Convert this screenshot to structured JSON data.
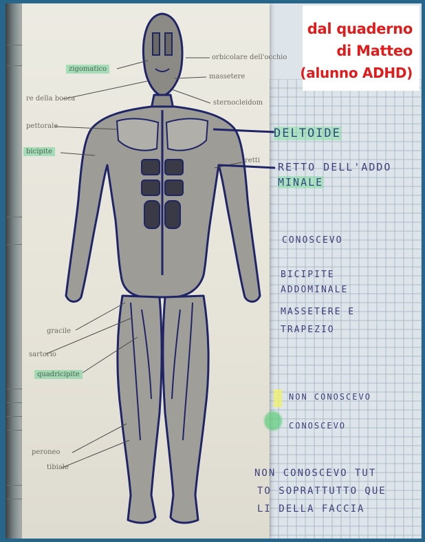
{
  "title": {
    "line1": "dal quaderno",
    "line2": "di Matteo",
    "line3": "(alunno ADHD)"
  },
  "printed_labels": {
    "orbicolare_occhio": "orbicolare dell'occhio",
    "zigomatico": "zigomatico",
    "massetere": "massetere",
    "bocca": "re della bocca",
    "sternocleidomastoideo": "sternocleidom",
    "pettorale": "pettorale",
    "bicipite": "bicipite",
    "retto": "retti",
    "gracile": "gracile",
    "sartorio": "sartorio",
    "quadricipite": "quadricipite",
    "peroneo": "peroneo",
    "tibiale": "tibiale"
  },
  "handwritten": {
    "deltoide": "DELTOIDE",
    "retto_1": "RETTO DELL'ADDO",
    "retto_2": "MINALE",
    "conoscevo_head": "CONOSCEVO",
    "known_1": "BICIPITE",
    "known_2": "ADDOMINALE",
    "known_3": "MASSETERE E",
    "known_4": "TRAPEZIO",
    "legend_yellow": "NON CONOSCEVO",
    "legend_green": "CONOSCEVO",
    "note_1": "NON CONOSCEVO TUT",
    "note_2": "TO SOPRATTUTTO QUE",
    "note_3": "LI DELLA FACCIA"
  },
  "colors": {
    "title_red": "#e01b1b",
    "frame_blue": "#27658a",
    "highlight_green": "#7ddf9a",
    "highlight_yellow": "#f0f06e",
    "pen_blue": "#2a2f7a"
  }
}
